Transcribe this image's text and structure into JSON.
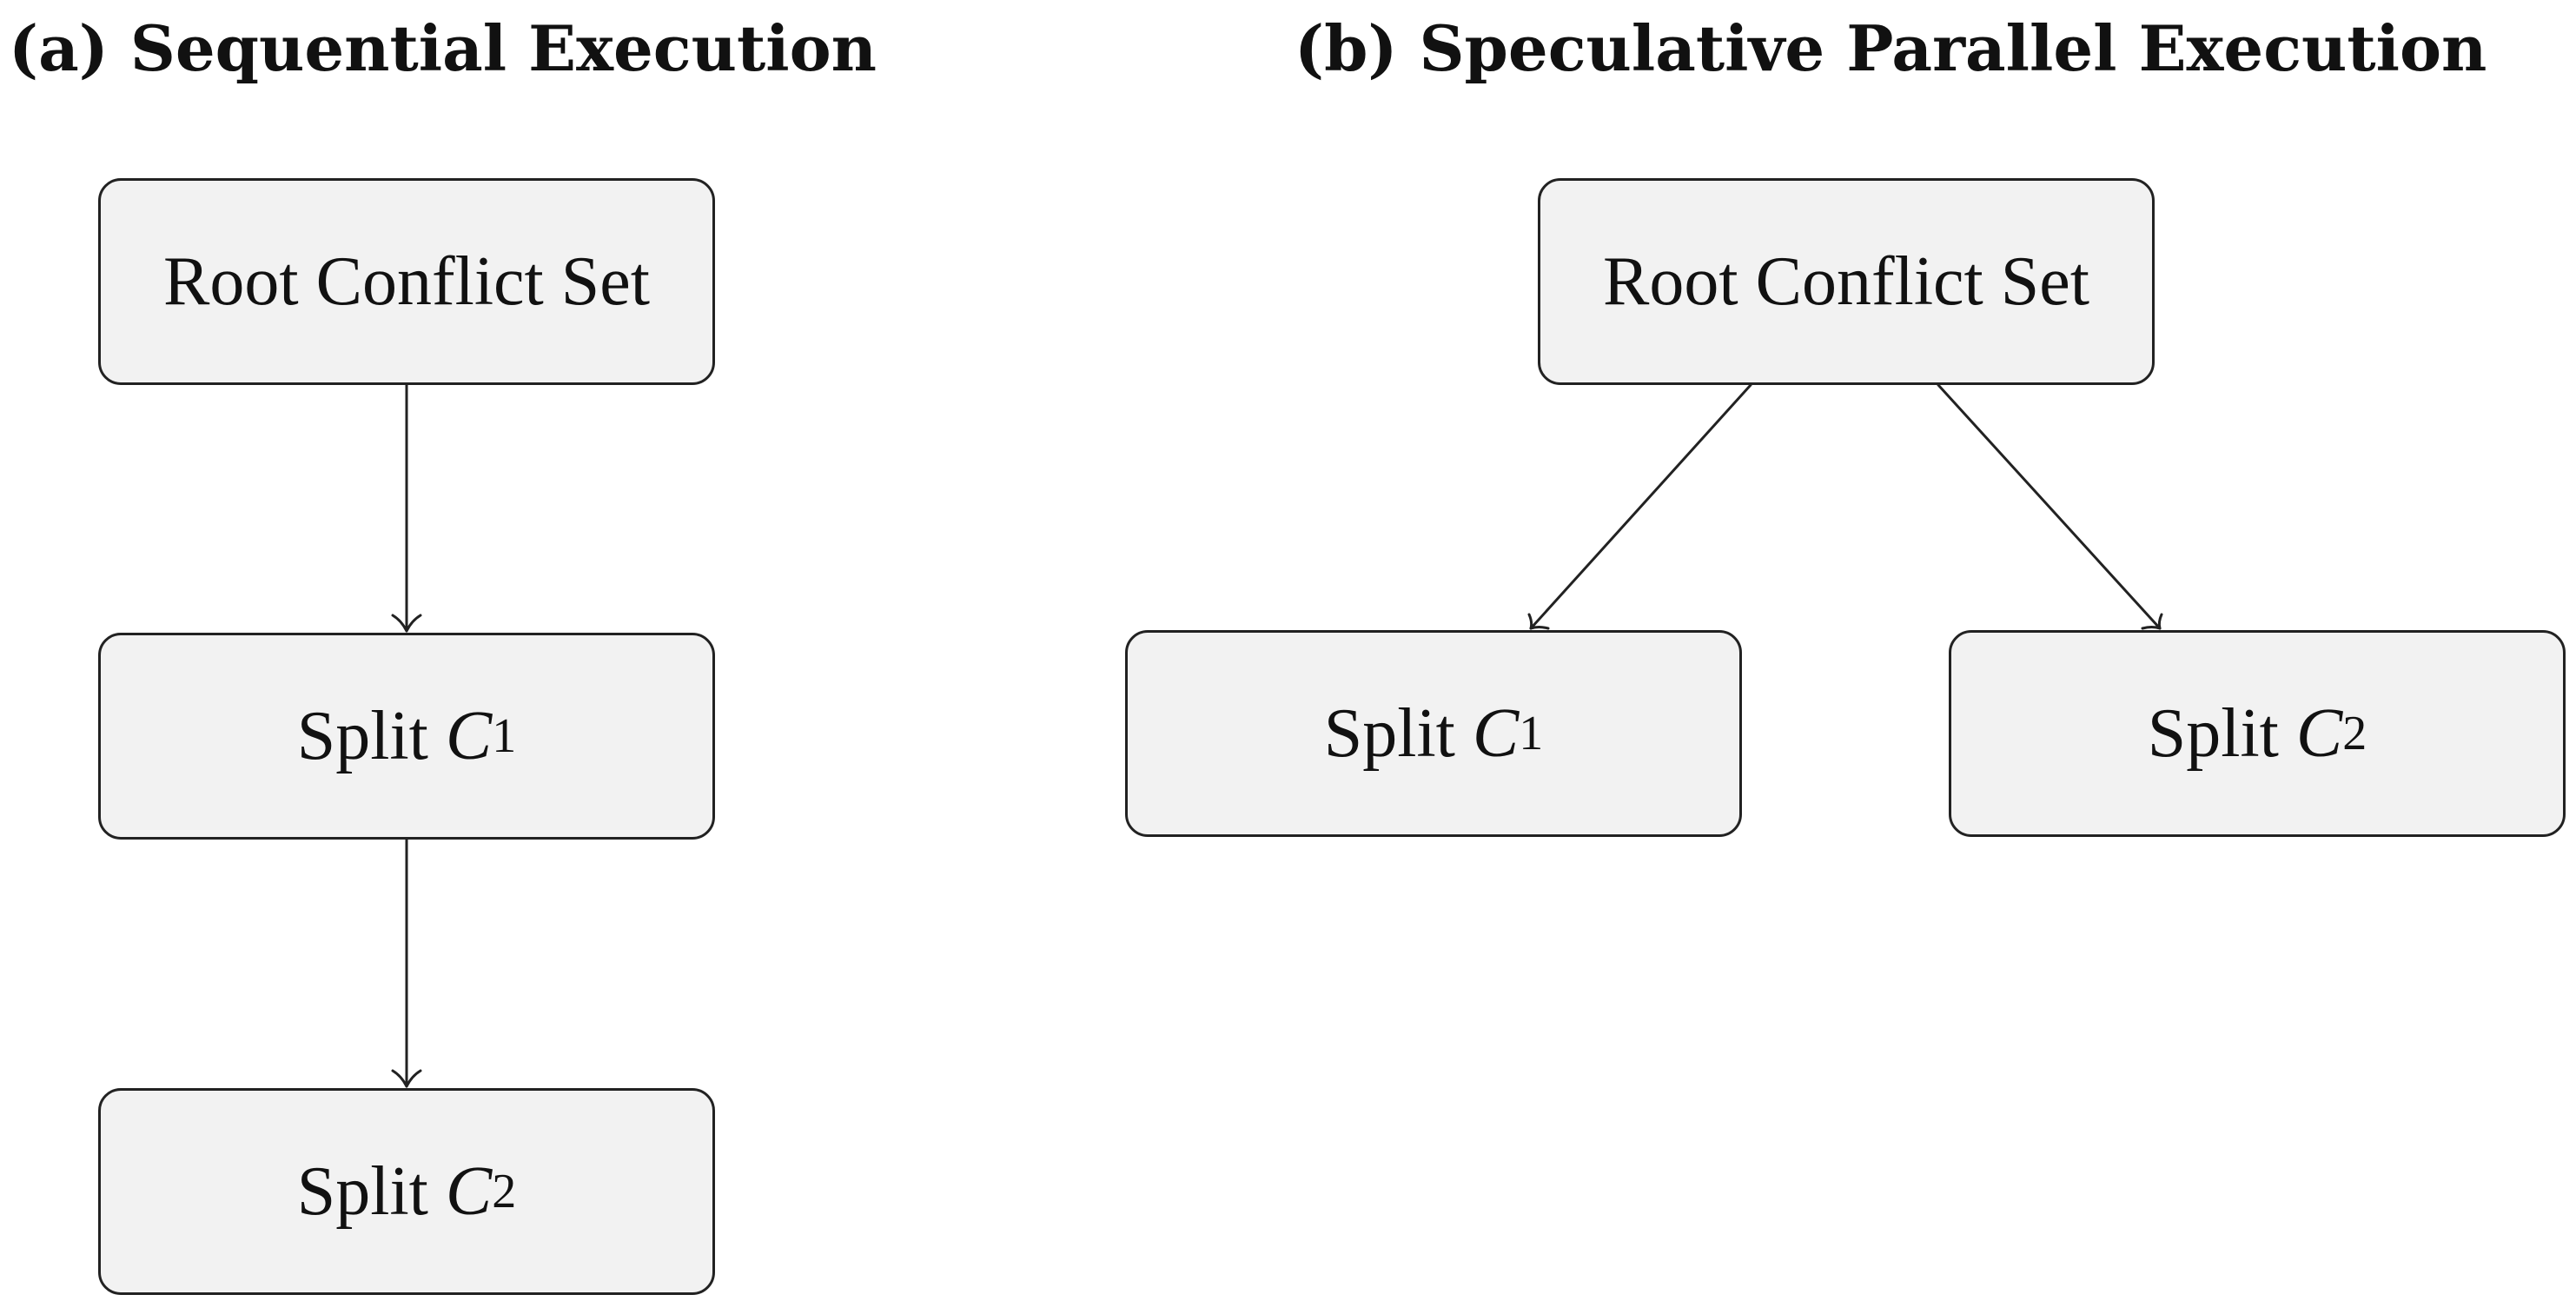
{
  "panels": {
    "sequential": {
      "title": "(a) Sequential Execution",
      "root_label": "Root Conflict Set",
      "split1": {
        "prefix": "Split ",
        "var": "C",
        "sub": "1"
      },
      "split2": {
        "prefix": "Split ",
        "var": "C",
        "sub": "2"
      }
    },
    "parallel": {
      "title": "(b) Speculative Parallel Execution",
      "root_label": "Root Conflict Set",
      "split1": {
        "prefix": "Split ",
        "var": "C",
        "sub": "1"
      },
      "split2": {
        "prefix": "Split ",
        "var": "C",
        "sub": "2"
      }
    }
  },
  "colors": {
    "node_fill": "#f2f2f2",
    "node_border": "#222222",
    "edge": "#222222",
    "text": "#111111"
  }
}
